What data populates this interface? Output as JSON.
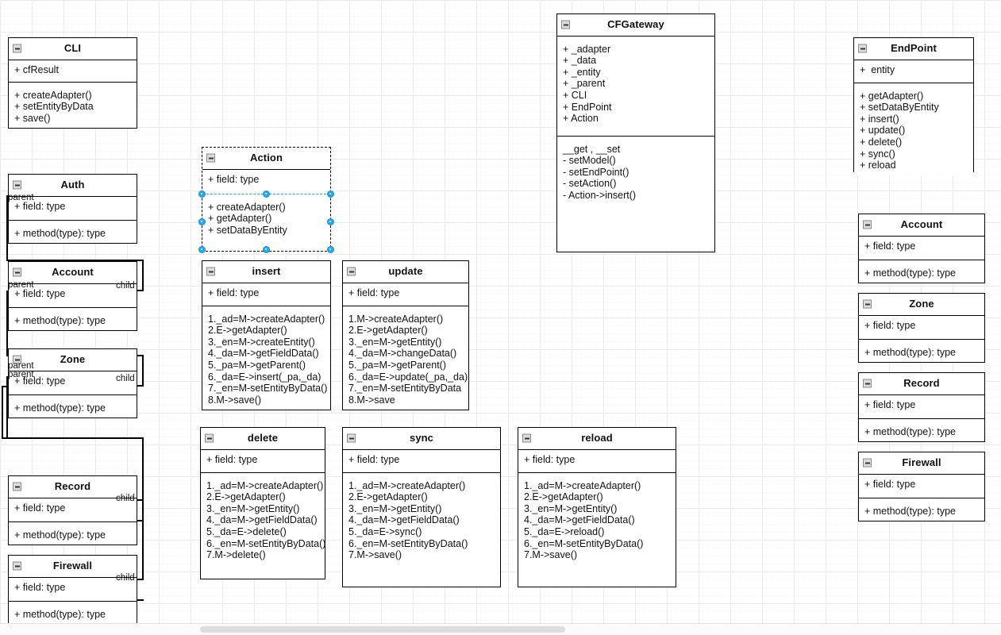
{
  "app": {
    "canvas_name": "uml-class-diagram-canvas",
    "accent_selection_color": "#2aa9e8",
    "line_color": "#000000",
    "grid_minor_color": "#fafafa",
    "grid_major_color": "#e9e9e9"
  },
  "icons": {
    "collapse": "collapse-minus-icon"
  },
  "classes": {
    "cli": {
      "title": "CLI",
      "attributes": [
        "+ cfResult"
      ],
      "methods": [
        "+ createAdapter()",
        "+ setEntityByData",
        "+ save()"
      ]
    },
    "action": {
      "title": "Action",
      "attributes": [
        "+ field: type"
      ],
      "methods": [
        "+ createAdapter()",
        "+ getAdapter()",
        "+ setDataByEntity"
      ],
      "selected": true
    },
    "cfgateway": {
      "title": "CFGateway",
      "attributes": [
        "+ _adapter",
        "+ _data",
        "+ _entity",
        "+ _parent",
        "+ CLI",
        "+ EndPoint",
        "+ Action"
      ],
      "methods": [
        "__get , __set",
        "- setModel()",
        "- setEndPoint()",
        "- setAction()",
        "- Action->insert()"
      ]
    },
    "endpoint": {
      "title": "EndPoint",
      "attributes": [
        "+  entity"
      ],
      "methods": [
        "+ getAdapter()",
        "+ setDataByEntity",
        "+ insert()",
        "+ update()",
        "+ delete()",
        "+ sync()",
        "+ reload"
      ]
    },
    "auth": {
      "title": "Auth",
      "attributes": [
        "+ field: type"
      ],
      "methods": [
        "+ method(type): type"
      ]
    },
    "account_left": {
      "title": "Account",
      "attributes": [
        "+ field: type"
      ],
      "methods": [
        "+ method(type): type"
      ]
    },
    "zone_left": {
      "title": "Zone",
      "attributes": [
        "+ field: type"
      ],
      "methods": [
        "+ method(type): type"
      ]
    },
    "record_left": {
      "title": "Record",
      "attributes": [
        "+ field: type"
      ],
      "methods": [
        "+ method(type): type"
      ]
    },
    "firewall_left": {
      "title": "Firewall",
      "attributes": [
        "+ field: type"
      ],
      "methods": [
        "+ method(type): type"
      ]
    },
    "insert": {
      "title": "insert",
      "attributes": [
        "+ field: type"
      ],
      "methods": [
        "1._ad=M->createAdapter()",
        "2.E->getAdapter()",
        "3._en=M->createEntity()",
        "4._da=M->getFieldData()",
        "5._pa=M->getParent()",
        "6._da=E->insert(_pa,_da)",
        "7._en=M-setEntityByData()",
        "8.M->save()"
      ]
    },
    "update": {
      "title": "update",
      "attributes": [
        "+ field: type"
      ],
      "methods": [
        "1.M->createAdapter()",
        "2.E->getAdapter()",
        "3._en=M->getEntity()",
        "4._da=M->changeData()",
        "5._pa=M->getParent()",
        "6._da=E->update(_pa,_da)",
        "7._en=M-setEntityByData",
        "8.M->save"
      ]
    },
    "delete": {
      "title": "delete",
      "attributes": [
        "+ field: type"
      ],
      "methods": [
        "1._ad=M->createAdapter()",
        "2.E->getAdapter()",
        "3._en=M->getEntity()",
        "4._da=M->getFieldData()",
        "5._da=E->delete()",
        "6._en=M-setEntityByData()",
        "7.M->delete()"
      ]
    },
    "sync": {
      "title": "sync",
      "attributes": [
        "+ field: type"
      ],
      "methods": [
        "1._ad=M->createAdapter()",
        "2.E->getAdapter()",
        "3._en=M->getEntity()",
        "4._da=M->getFieldData()",
        "5._da=E->sync()",
        "6._en=M-setEntityByData()",
        "7.M->save()"
      ]
    },
    "reload": {
      "title": "reload",
      "attributes": [
        "+ field: type"
      ],
      "methods": [
        "1._ad=M->createAdapter()",
        "2.E->getAdapter()",
        "3._en=M->getEntity()",
        "4._da=M->getFieldData()",
        "5._da=E->reload()",
        "6._en=M-setEntityByData()",
        "7.M->save()"
      ]
    },
    "account_right": {
      "title": "Account",
      "attributes": [
        "+ field: type"
      ],
      "methods": [
        "+ method(type): type"
      ]
    },
    "zone_right": {
      "title": "Zone",
      "attributes": [
        "+ field: type"
      ],
      "methods": [
        "+ method(type): type"
      ]
    },
    "record_right": {
      "title": "Record",
      "attributes": [
        "+ field: type"
      ],
      "methods": [
        "+ method(type): type"
      ]
    },
    "firewall_right": {
      "title": "Firewall",
      "attributes": [
        "+ field: type"
      ],
      "methods": [
        "+ method(type): type"
      ]
    }
  },
  "edge_labels": {
    "auth_parent": "parent",
    "account_parent": "parent",
    "account_child": "child",
    "zone_parent_a": "parent",
    "zone_parent_b": "parent",
    "zone_child": "child",
    "record_child": "child",
    "firewall_child": "child"
  }
}
